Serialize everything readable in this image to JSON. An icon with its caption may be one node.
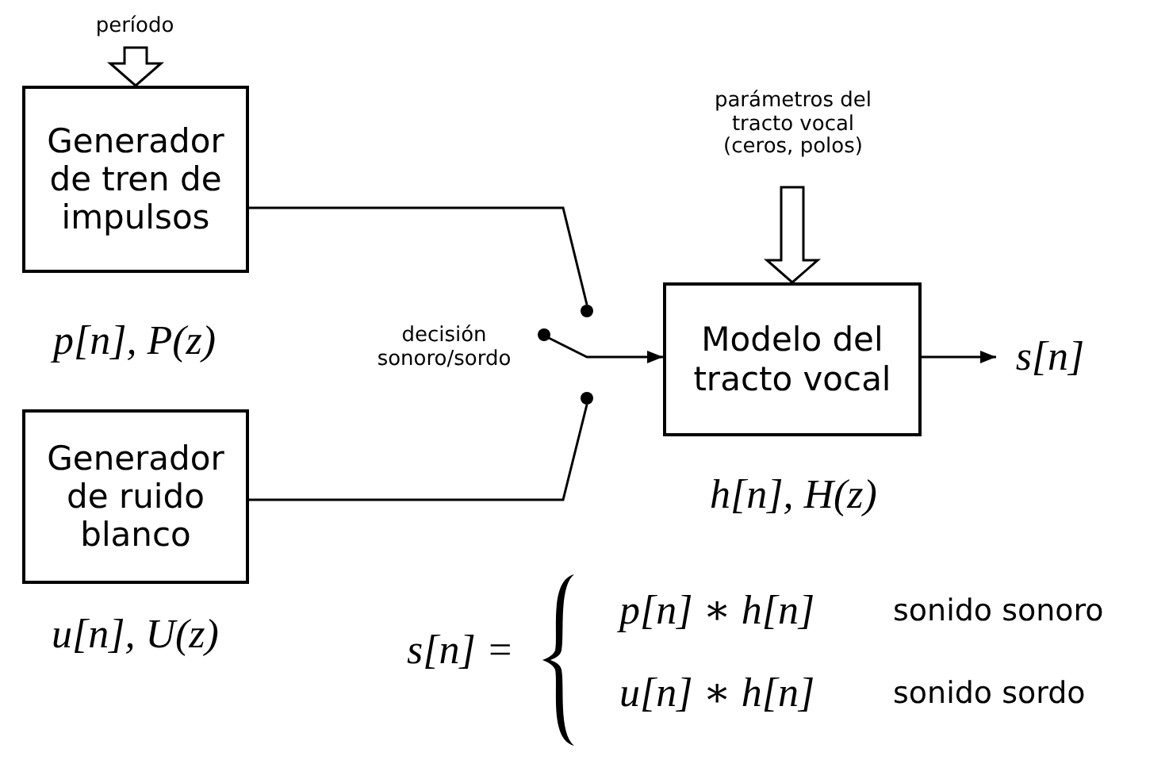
{
  "diagram": {
    "nodes": [
      {
        "text": [
          "Generador de tren de impulsos"
        ],
        "beside": [
          "p[n], P(z)"
        ]
      },
      {
        "text": [
          "Generador de ruido blanco"
        ],
        "beside": [
          "u[n], U(z)"
        ]
      },
      {
        "text": [
          "Modelo del tracto vocal"
        ],
        "beside": [
          "h[n], H(z)"
        ]
      },
      {
        "text": [
          "período"
        ]
      },
      {
        "text": [
          "parámetros del tracto vocal (ceros, polos)"
        ]
      },
      {
        "text": [],
        "shape": "circle"
      },
      {
        "text": [],
        "shape": "circle"
      },
      {
        "text": [],
        "shape": "circle"
      },
      {
        "text": [
          "s[n]"
        ]
      }
    ],
    "edges": [
      {
        "from": 3,
        "to": 0,
        "arrow": "to",
        "style": "thick"
      },
      {
        "from": 4,
        "to": 2,
        "arrow": "to",
        "style": "thick"
      },
      {
        "from": 0,
        "to": 5,
        "arrow": "none"
      },
      {
        "from": 1,
        "to": 6,
        "arrow": "none"
      },
      {
        "from": 7,
        "to": 2,
        "arrow": "to"
      },
      {
        "from": 2,
        "to": 8,
        "arrow": "to"
      }
    ],
    "labels": [
      "decisión sonoro/sordo",
      "s[n] =",
      "p[n] ∗ h[n]",
      "sonido sonoro",
      "u[n] ∗ h[n]",
      "sonido sordo"
    ]
  }
}
